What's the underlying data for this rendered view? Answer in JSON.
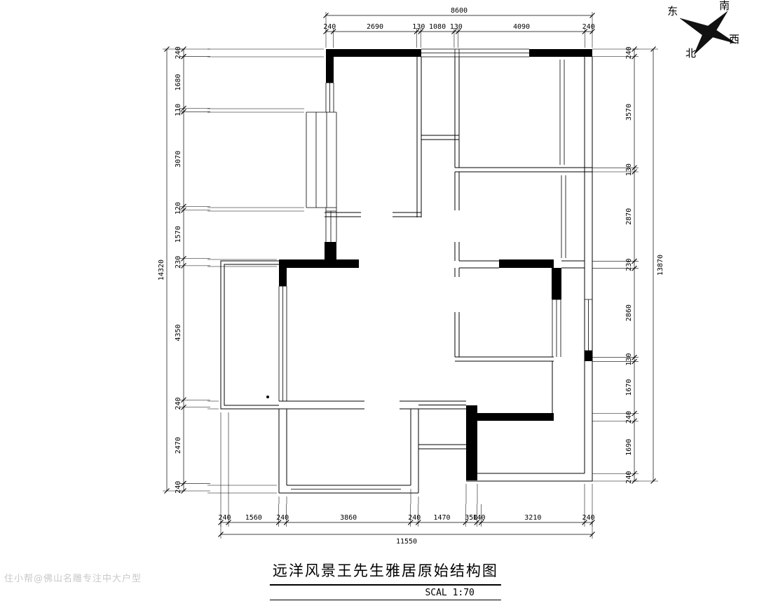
{
  "title": {
    "text": "远洋风景王先生雅居原始结构图",
    "scale": "SCAL 1:70"
  },
  "watermark": "住小帮@佛山名雕专注中大户型",
  "compass": {
    "east": "东",
    "south": "南",
    "west": "西",
    "north": "北"
  },
  "dimensions": {
    "top": {
      "total": "8600",
      "segments": [
        "240",
        "2690",
        "130",
        "1080",
        "130",
        "4090",
        "240"
      ]
    },
    "left": {
      "total": "14320",
      "segments": [
        "240",
        "1680",
        "110",
        "3070",
        "120",
        "1570",
        "230",
        "4350",
        "240",
        "2470",
        "240"
      ]
    },
    "right": {
      "total": "13870",
      "segments": [
        "240",
        "3570",
        "130",
        "2870",
        "230",
        "2860",
        "130",
        "1670",
        "240",
        "1690",
        "240"
      ]
    },
    "bottom": {
      "total": "11550",
      "segments": [
        "240",
        "1560",
        "240",
        "3860",
        "240",
        "1470",
        "350",
        "140",
        "3210",
        "240"
      ]
    }
  }
}
